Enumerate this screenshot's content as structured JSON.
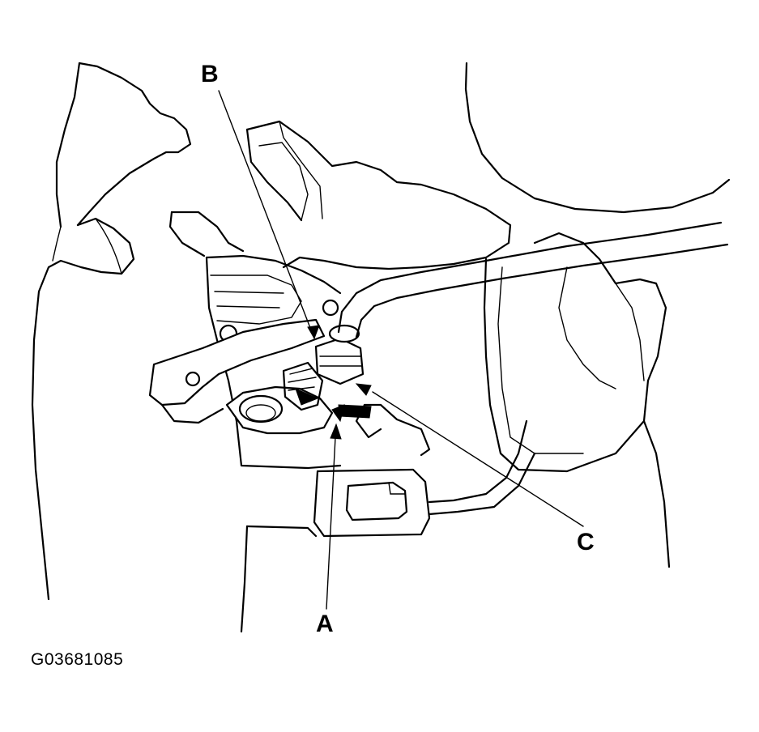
{
  "figure": {
    "id_code": "G03681085",
    "callouts": {
      "a": "A",
      "b": "B",
      "c": "C"
    }
  }
}
